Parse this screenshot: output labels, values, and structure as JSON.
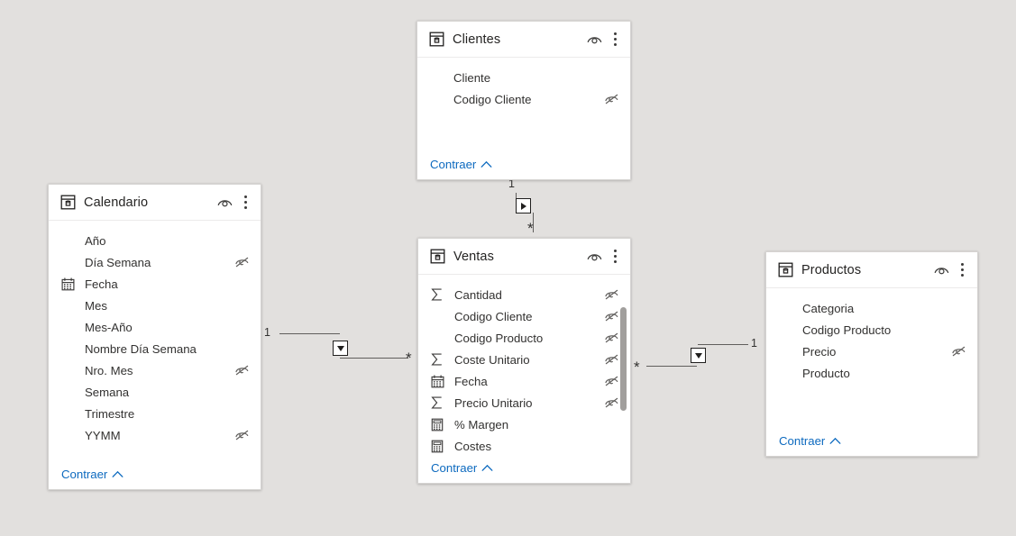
{
  "app": {
    "view_name": "Power BI Model View",
    "canvas_background": "#e2e0de",
    "link_color": "#0d6abf",
    "text_color": "#323130"
  },
  "labels": {
    "collapse": "Contraer",
    "one": "1",
    "many": "*"
  },
  "tables": [
    {
      "id": "clientes",
      "name": "Clientes",
      "icon": "table-icon",
      "eye_icon": "eye-icon",
      "menu_icon": "kebab-menu-icon",
      "collapse_label": "Contraer",
      "has_scrollbar": false,
      "fields": [
        {
          "name": "Cliente",
          "type_icon": "none",
          "hidden": false
        },
        {
          "name": "Codigo Cliente",
          "type_icon": "none",
          "hidden": true
        }
      ]
    },
    {
      "id": "calendario",
      "name": "Calendario",
      "icon": "table-icon",
      "eye_icon": "eye-icon",
      "menu_icon": "kebab-menu-icon",
      "collapse_label": "Contraer",
      "has_scrollbar": false,
      "fields": [
        {
          "name": "Año",
          "type_icon": "none",
          "hidden": false
        },
        {
          "name": "Día Semana",
          "type_icon": "none",
          "hidden": true
        },
        {
          "name": "Fecha",
          "type_icon": "calendar",
          "hidden": false
        },
        {
          "name": "Mes",
          "type_icon": "none",
          "hidden": false
        },
        {
          "name": "Mes-Año",
          "type_icon": "none",
          "hidden": false
        },
        {
          "name": "Nombre Día Semana",
          "type_icon": "none",
          "hidden": false
        },
        {
          "name": "Nro. Mes",
          "type_icon": "none",
          "hidden": true
        },
        {
          "name": "Semana",
          "type_icon": "none",
          "hidden": false
        },
        {
          "name": "Trimestre",
          "type_icon": "none",
          "hidden": false
        },
        {
          "name": "YYMM",
          "type_icon": "none",
          "hidden": true
        }
      ]
    },
    {
      "id": "ventas",
      "name": "Ventas",
      "icon": "table-icon",
      "eye_icon": "eye-icon",
      "menu_icon": "kebab-menu-icon",
      "collapse_label": "Contraer",
      "has_scrollbar": true,
      "fields": [
        {
          "name": "Cantidad",
          "type_icon": "sigma",
          "hidden": true
        },
        {
          "name": "Codigo Cliente",
          "type_icon": "none",
          "hidden": true
        },
        {
          "name": "Codigo Producto",
          "type_icon": "none",
          "hidden": true
        },
        {
          "name": "Coste Unitario",
          "type_icon": "sigma",
          "hidden": true
        },
        {
          "name": "Fecha",
          "type_icon": "calendar",
          "hidden": true
        },
        {
          "name": "Precio Unitario",
          "type_icon": "sigma",
          "hidden": true
        },
        {
          "name": "% Margen",
          "type_icon": "calculator",
          "hidden": false
        },
        {
          "name": "Costes",
          "type_icon": "calculator",
          "hidden": false
        }
      ]
    },
    {
      "id": "productos",
      "name": "Productos",
      "icon": "table-icon",
      "eye_icon": "eye-icon",
      "menu_icon": "kebab-menu-icon",
      "collapse_label": "Contraer",
      "has_scrollbar": false,
      "fields": [
        {
          "name": "Categoria",
          "type_icon": "none",
          "hidden": false
        },
        {
          "name": "Codigo Producto",
          "type_icon": "none",
          "hidden": false
        },
        {
          "name": "Precio",
          "type_icon": "none",
          "hidden": true
        },
        {
          "name": "Producto",
          "type_icon": "none",
          "hidden": false
        }
      ]
    }
  ],
  "relationships": [
    {
      "id": "clientes-ventas",
      "from_table": "Clientes",
      "to_table": "Ventas",
      "from_cardinality": "1",
      "to_cardinality": "*",
      "cross_filter_icon": "arrow-right-marker"
    },
    {
      "id": "calendario-ventas",
      "from_table": "Calendario",
      "to_table": "Ventas",
      "from_cardinality": "1",
      "to_cardinality": "*",
      "cross_filter_icon": "arrow-down-marker"
    },
    {
      "id": "productos-ventas",
      "from_table": "Productos",
      "to_table": "Ventas",
      "from_cardinality": "1",
      "to_cardinality": "*",
      "cross_filter_icon": "arrow-down-marker"
    }
  ]
}
